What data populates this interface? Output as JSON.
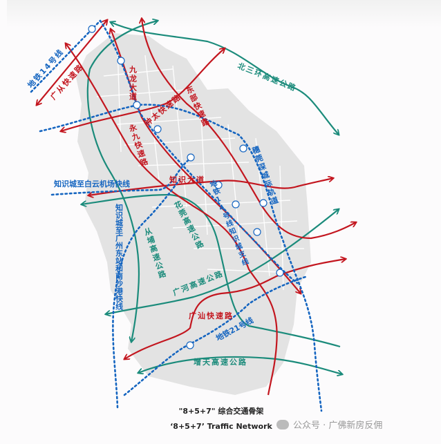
{
  "map": {
    "labels": {
      "guangcong": "广从快速路",
      "metro14": "地铁14号线",
      "jiulong": "九龙大道",
      "dongbu": "东部快速路",
      "zhongtai": "钟太快速路",
      "yongjiu": "永九快速路",
      "beisanhuan": "北三环高速公路",
      "guanshen": "穗莞深城际轨道",
      "zhishi_ave": "知识大道",
      "metro14_branch": "地铁14号线知识城支线",
      "airport_express": "知识城至白云机场快线",
      "huaguan": "花莞高速公路",
      "congpu": "从埔高速公路",
      "east_station_express": "知识城至广州东站和南沙港快线",
      "guanghe": "广河高速公路",
      "guangshan": "广汕快速路",
      "metro21": "地铁21号线",
      "zengtian": "增天高速公路"
    },
    "colors": {
      "expressway": "#c3161f",
      "highway": "#1b8b7b",
      "rail": "#1565c0",
      "land": "#e3e3e3"
    }
  },
  "caption": {
    "title_cn": "\"8+5+7\" 综合交通骨架",
    "title_en": "‘8+5+7’ Traffic Network"
  },
  "watermark": {
    "text": "公众号 · 广佛新房反佣"
  }
}
